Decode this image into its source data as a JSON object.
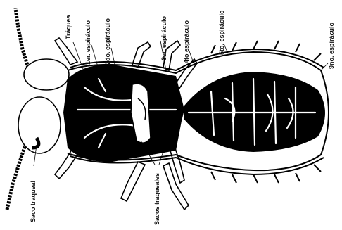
{
  "labels": {
    "traquea": "Tráquea",
    "espiraculo_1": "1er. espiráculo",
    "espiraculo_2": "2do. espiráculo",
    "espiraculo_3": "3er. espiráculo",
    "espiraculo_4": "4to espiráculo",
    "espiraculo_5": "5to. espiráculo",
    "espiraculo_9": "9no. espiráculo",
    "saco_traqueal": "Saco traqueal",
    "sacos_traqueales": "Sacos traqueales"
  }
}
